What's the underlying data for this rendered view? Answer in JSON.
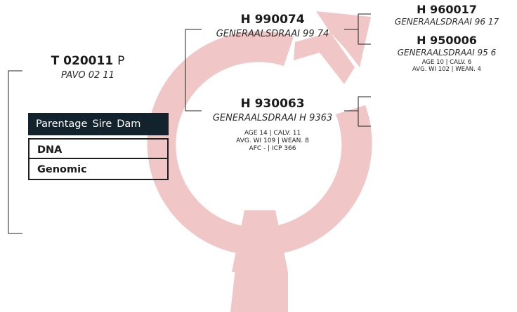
{
  "colors": {
    "watermark": "#f0c6c6",
    "header_bg": "#12232d",
    "line": "#222222"
  },
  "watermark": {
    "icon": "male-symbol-watermark"
  },
  "animal": {
    "reg": "T 020011",
    "reg_suffix": "P",
    "alias": "PAVO 02 11"
  },
  "sire": {
    "reg": "H 990074",
    "alias": "GENERAALSDRAAI 99 74"
  },
  "dam": {
    "reg": "H 930063",
    "alias": "GENERAALSDRAAI H 9363",
    "stats": [
      "AGE 14 | CALV. 11",
      "AVG. WI 109 | WEAN. 8",
      "AFC - | ICP 366"
    ]
  },
  "sire_sire": {
    "reg": "H 960017",
    "alias": "GENERAALSDRAAI 96 17"
  },
  "sire_dam": {
    "reg": "H 950006",
    "alias": "GENERAALSDRAAI 95 6",
    "stats": [
      "AGE 10 | CALV. 6",
      "AVG. WI 102 | WEAN. 4"
    ]
  },
  "parentage": {
    "header": [
      "Parentage",
      "Sire",
      "Dam"
    ],
    "rows": [
      "DNA",
      "Genomic"
    ]
  }
}
